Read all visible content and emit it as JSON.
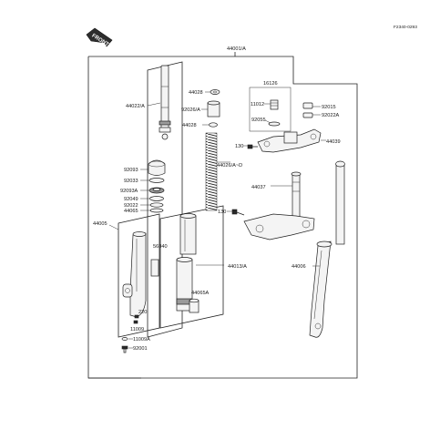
{
  "diagram_code": "F2340-0293",
  "front_label": "FRONT",
  "labels": {
    "assy": "44001/A",
    "l44022A": "44022/A",
    "l44028a": "44028",
    "l92026A": "92026/A",
    "l44028b": "44028",
    "l44026": "44026/A~D",
    "l92093": "92093",
    "l92033": "92033",
    "l92093A": "92093A",
    "l92049": "92049",
    "l92022": "92022",
    "l44065": "44065",
    "l44005": "44005",
    "l56040": "56040",
    "l44013A": "44013/A",
    "l44065A": "44065A",
    "l220": "220",
    "l11009": "11009",
    "l11009A": "11009A",
    "l92001": "92001",
    "l16126": "16126",
    "l11012": "11012",
    "l92055": "92055",
    "l92015": "92015",
    "l92022A": "92022A",
    "l130a": "130",
    "l44039": "44039",
    "l44037": "44037",
    "l130b": "130",
    "l44006": "44006"
  }
}
